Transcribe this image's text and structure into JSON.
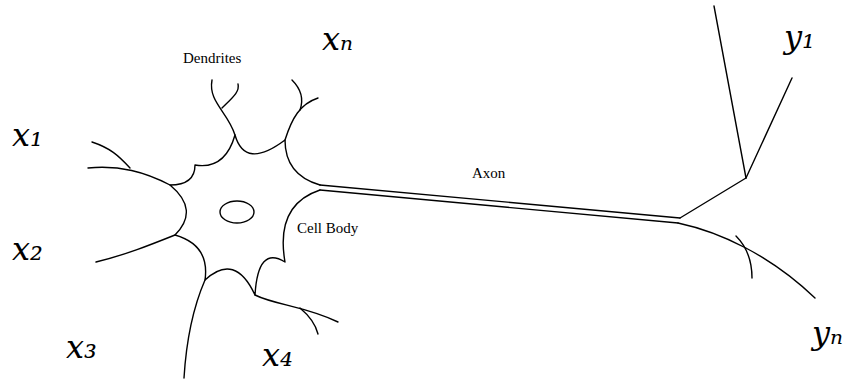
{
  "diagram": {
    "labels": [
      "Dendrites",
      "x₁",
      "xₙ",
      "x₂",
      "Cell Body",
      "Axon",
      "y₁",
      "x₃",
      "x₄",
      "yₙ"
    ]
  }
}
